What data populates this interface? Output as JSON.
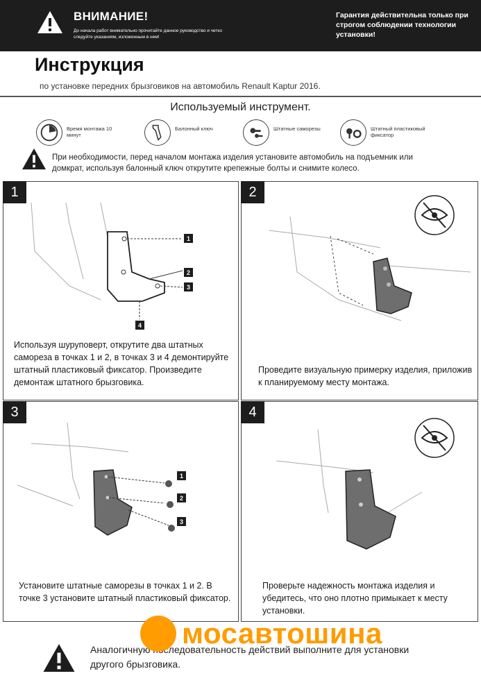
{
  "header": {
    "warning_title": "ВНИМАНИЕ!",
    "warning_subtitle": "До начала работ внимательно прочитайте данное руководство и четко следуйте указаниям, изложенным в нем!",
    "guarantee": "Гарантия действительна только при строгом соблюдении технологии установки!"
  },
  "instruction": {
    "title": "Инструкция",
    "subtitle": "по установке передних брызговиков на автомобиль Renault Kaptur 2016."
  },
  "tools": {
    "title": "Используемый инструмент.",
    "items": [
      {
        "icon": "clock-icon",
        "label": "Время монтажа 10 минут"
      },
      {
        "icon": "wrench-icon",
        "label": "Балонный ключ"
      },
      {
        "icon": "screws-icon",
        "label": "Штатные саморезы"
      },
      {
        "icon": "clip-icon",
        "label": "Штатный пластиковый фиксатор"
      }
    ]
  },
  "note": "При необходимости, перед началом монтажа изделия установите автомобиль на подъемник или домкрат, используя балонный ключ открутите крепежные болты и снимите колесо.",
  "steps": [
    {
      "number": "1",
      "text": "Используя шуруповерт, открутите два штатных самореза в точках 1 и 2, в точках 3 и 4 демонтируйте штатный пластиковый фиксатор. Произведите демонтаж штатного брызговика.",
      "callouts": [
        "1",
        "2",
        "3",
        "4"
      ]
    },
    {
      "number": "2",
      "text": "Проведите визуальную примерку изделия, приложив к планируемому месту монтажа."
    },
    {
      "number": "3",
      "text": "Установите штатные саморезы в точках 1 и 2. В точке 3 установите штатный пластиковый фиксатор.",
      "callouts": [
        "1",
        "2",
        "3"
      ]
    },
    {
      "number": "4",
      "text": "Проверьте надежность монтажа изделия и убедитесь, что оно плотно примыкает к месту установки."
    }
  ],
  "bottom_note": "Аналогичную последовательность действий выполните для установки другого брызговика.",
  "watermark": "мосавтошина",
  "colors": {
    "dark": "#1d1d1d",
    "brand_orange": "#ff9c00"
  }
}
